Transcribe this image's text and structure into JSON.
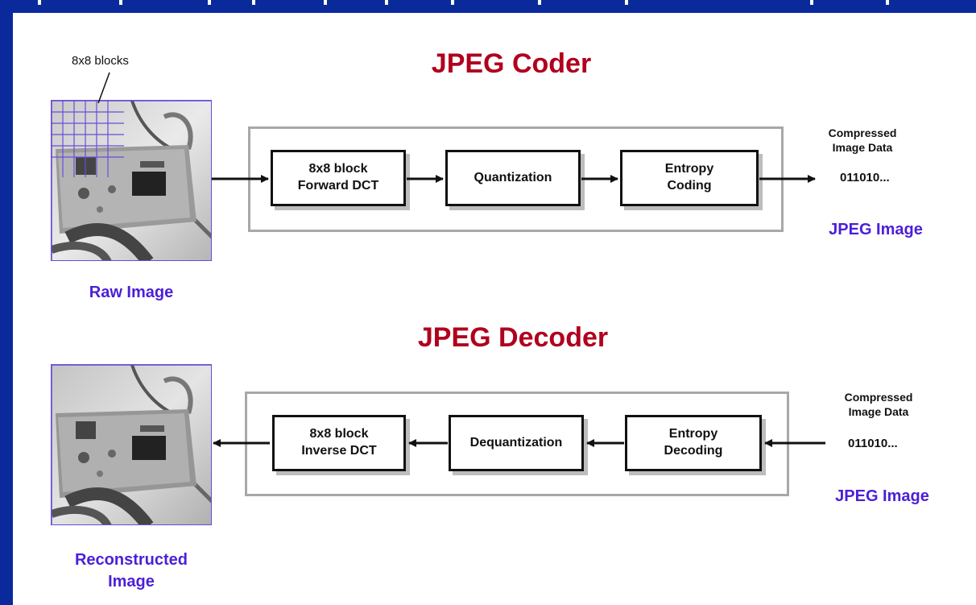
{
  "coder": {
    "title": "JPEG Coder",
    "blocks_label": "8x8 blocks",
    "input_caption": "Raw Image",
    "stages": [
      {
        "line1": "8x8 block",
        "line2": "Forward DCT"
      },
      {
        "line1": "Quantization",
        "line2": ""
      },
      {
        "line1": "Entropy",
        "line2": "Coding"
      }
    ],
    "output_label_line1": "Compressed",
    "output_label_line2": "Image Data",
    "output_bits": "011010...",
    "output_caption": "JPEG Image"
  },
  "decoder": {
    "title": "JPEG Decoder",
    "input_label_line1": "Compressed",
    "input_label_line2": "Image Data",
    "input_bits": "011010...",
    "input_caption": "JPEG Image",
    "stages": [
      {
        "line1": "8x8 block",
        "line2": "Inverse DCT"
      },
      {
        "line1": "Dequantization",
        "line2": ""
      },
      {
        "line1": "Entropy",
        "line2": "Decoding"
      }
    ],
    "output_caption_line1": "Reconstructed",
    "output_caption_line2": "Image"
  },
  "colors": {
    "slide_background": "#0a2a9c",
    "title": "#b0001d",
    "caption": "#4b1fd8",
    "frame": "#a8a8a8"
  }
}
